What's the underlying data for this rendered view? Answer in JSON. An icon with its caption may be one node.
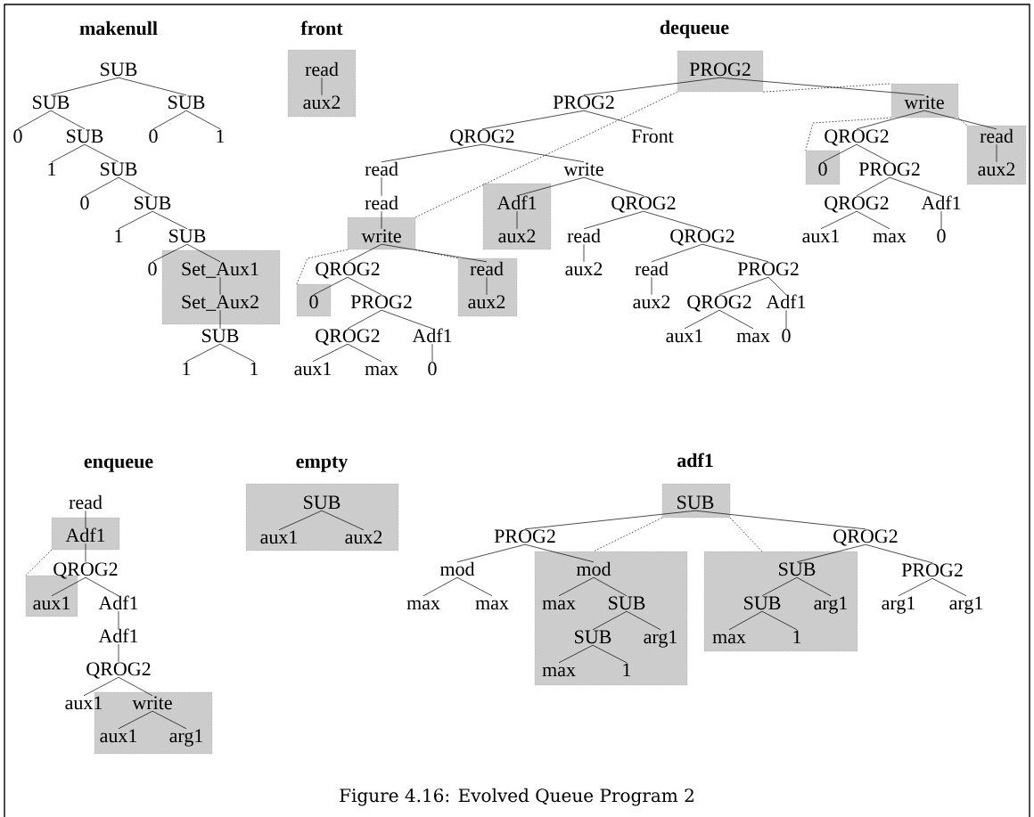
{
  "diagram": {
    "caption": "Figure 4.16: Evolved Queue Program 2",
    "labels": [
      "makenull",
      "front",
      "dequeue",
      "enqueue",
      "empty",
      "adf1"
    ],
    "nodes": [
      {
        "text": [
          "SUB"
        ]
      },
      {
        "text": [
          "SUB"
        ]
      },
      {
        "text": [
          "0"
        ]
      },
      {
        "text": [
          "SUB"
        ]
      },
      {
        "text": [
          "1"
        ]
      },
      {
        "text": [
          "SUB"
        ]
      },
      {
        "text": [
          "0"
        ]
      },
      {
        "text": [
          "SUB"
        ]
      },
      {
        "text": [
          "1"
        ]
      },
      {
        "text": [
          "SUB"
        ]
      },
      {
        "text": [
          "0"
        ]
      },
      {
        "text": [],
        "shape": "box"
      },
      {
        "text": [
          "Set_Aux1"
        ],
        "in": 11
      },
      {
        "text": [
          "Set_Aux2"
        ],
        "in": 11
      },
      {
        "text": [
          "SUB"
        ]
      },
      {
        "text": [
          "1"
        ]
      },
      {
        "text": [
          "1"
        ]
      },
      {
        "text": [
          "SUB"
        ]
      },
      {
        "text": [
          "0"
        ]
      },
      {
        "text": [
          "1"
        ]
      },
      {
        "text": [],
        "shape": "box"
      },
      {
        "text": [
          "read"
        ],
        "in": 20
      },
      {
        "text": [
          "aux2"
        ],
        "in": 20
      },
      {
        "text": [],
        "shape": "box"
      },
      {
        "text": [
          "PROG2"
        ],
        "in": 23
      },
      {
        "text": [
          "PROG2"
        ]
      },
      {
        "text": [
          "QROG2"
        ]
      },
      {
        "text": [
          "read"
        ]
      },
      {
        "text": [
          "read"
        ]
      },
      {
        "text": [],
        "shape": "box"
      },
      {
        "text": [
          "write"
        ],
        "in": 29
      },
      {
        "text": [
          "QROG2"
        ]
      },
      {
        "text": [],
        "shape": "box"
      },
      {
        "text": [
          "0"
        ],
        "in": 32
      },
      {
        "text": [
          "PROG2"
        ]
      },
      {
        "text": [
          "QROG2"
        ]
      },
      {
        "text": [
          "aux1"
        ]
      },
      {
        "text": [
          "max"
        ]
      },
      {
        "text": [
          "Adf1"
        ]
      },
      {
        "text": [
          "0"
        ]
      },
      {
        "text": [],
        "shape": "box"
      },
      {
        "text": [
          "read"
        ],
        "in": 40
      },
      {
        "text": [
          "aux2"
        ],
        "in": 40
      },
      {
        "text": [
          "write"
        ]
      },
      {
        "text": [],
        "shape": "box"
      },
      {
        "text": [
          "Adf1"
        ],
        "in": 44
      },
      {
        "text": [
          "aux2"
        ],
        "in": 44
      },
      {
        "text": [
          "QROG2"
        ]
      },
      {
        "text": [
          "read"
        ]
      },
      {
        "text": [
          "aux2"
        ]
      },
      {
        "text": [
          "QROG2"
        ]
      },
      {
        "text": [
          "read"
        ]
      },
      {
        "text": [
          "aux2"
        ]
      },
      {
        "text": [
          "PROG2"
        ]
      },
      {
        "text": [
          "QROG2"
        ]
      },
      {
        "text": [
          "aux1"
        ]
      },
      {
        "text": [
          "max"
        ]
      },
      {
        "text": [
          "Adf1"
        ]
      },
      {
        "text": [
          "0"
        ]
      },
      {
        "text": [
          "Front"
        ]
      },
      {
        "text": [],
        "shape": "box"
      },
      {
        "text": [
          "write"
        ],
        "in": 60
      },
      {
        "text": [
          "QROG2"
        ]
      },
      {
        "text": [],
        "shape": "box"
      },
      {
        "text": [
          "0"
        ],
        "in": 63
      },
      {
        "text": [
          "PROG2"
        ]
      },
      {
        "text": [
          "QROG2"
        ]
      },
      {
        "text": [
          "aux1"
        ]
      },
      {
        "text": [
          "max"
        ]
      },
      {
        "text": [
          "Adf1"
        ]
      },
      {
        "text": [
          "0"
        ]
      },
      {
        "text": [],
        "shape": "box"
      },
      {
        "text": [
          "read"
        ],
        "in": 71
      },
      {
        "text": [
          "aux2"
        ],
        "in": 71
      },
      {
        "text": [
          "read"
        ]
      },
      {
        "text": [],
        "shape": "box"
      },
      {
        "text": [
          "Adf1"
        ],
        "in": 75
      },
      {
        "text": [
          "QROG2"
        ]
      },
      {
        "text": [],
        "shape": "box"
      },
      {
        "text": [
          "aux1"
        ],
        "in": 78
      },
      {
        "text": [
          "Adf1"
        ]
      },
      {
        "text": [
          "Adf1"
        ]
      },
      {
        "text": [
          "QROG2"
        ]
      },
      {
        "text": [
          "aux1"
        ]
      },
      {
        "text": [],
        "shape": "octagon"
      },
      {
        "text": [
          "write"
        ],
        "in": 84
      },
      {
        "text": [
          "aux1"
        ],
        "in": 84
      },
      {
        "text": [
          "arg1"
        ],
        "in": 84
      },
      {
        "text": [],
        "shape": "box"
      },
      {
        "text": [
          "SUB"
        ],
        "in": 88
      },
      {
        "text": [
          "aux1"
        ],
        "in": 88
      },
      {
        "text": [
          "aux2"
        ],
        "in": 88
      },
      {
        "text": [],
        "shape": "box"
      },
      {
        "text": [
          "SUB"
        ],
        "in": 92
      },
      {
        "text": [
          "PROG2"
        ]
      },
      {
        "text": [
          "mod"
        ]
      },
      {
        "text": [
          "max"
        ]
      },
      {
        "text": [
          "max"
        ]
      },
      {
        "text": [],
        "shape": "box"
      },
      {
        "text": [
          "mod"
        ],
        "in": 98
      },
      {
        "text": [
          "max"
        ],
        "in": 98
      },
      {
        "text": [
          "SUB"
        ],
        "in": 98
      },
      {
        "text": [
          "SUB"
        ],
        "in": 98
      },
      {
        "text": [
          "arg1"
        ],
        "in": 98
      },
      {
        "text": [
          "max"
        ],
        "in": 98
      },
      {
        "text": [
          "1"
        ],
        "in": 98
      },
      {
        "text": [
          "QROG2"
        ]
      },
      {
        "text": [],
        "shape": "box"
      },
      {
        "text": [
          "SUB"
        ],
        "in": 107
      },
      {
        "text": [
          "SUB"
        ],
        "in": 107
      },
      {
        "text": [
          "arg1"
        ],
        "in": 107
      },
      {
        "text": [
          "max"
        ],
        "in": 107
      },
      {
        "text": [
          "1"
        ],
        "in": 107
      },
      {
        "text": [
          "PROG2"
        ]
      },
      {
        "text": [
          "arg1"
        ]
      },
      {
        "text": [
          "arg1"
        ]
      }
    ],
    "edges": [
      {
        "from": 0,
        "to": 1,
        "arrow": "none"
      },
      {
        "from": 1,
        "to": 2,
        "arrow": "none"
      },
      {
        "from": 1,
        "to": 3,
        "arrow": "none"
      },
      {
        "from": 3,
        "to": 4,
        "arrow": "none"
      },
      {
        "from": 3,
        "to": 5,
        "arrow": "none"
      },
      {
        "from": 5,
        "to": 6,
        "arrow": "none"
      },
      {
        "from": 5,
        "to": 7,
        "arrow": "none"
      },
      {
        "from": 7,
        "to": 8,
        "arrow": "none"
      },
      {
        "from": 7,
        "to": 9,
        "arrow": "none"
      },
      {
        "from": 9,
        "to": 10,
        "arrow": "none"
      },
      {
        "from": 9,
        "to": 12,
        "arrow": "none"
      },
      {
        "from": 12,
        "to": 13,
        "arrow": "none"
      },
      {
        "from": 13,
        "to": 14,
        "arrow": "none"
      },
      {
        "from": 14,
        "to": 15,
        "arrow": "none"
      },
      {
        "from": 14,
        "to": 16,
        "arrow": "none"
      },
      {
        "from": 0,
        "to": 17,
        "arrow": "none"
      },
      {
        "from": 17,
        "to": 18,
        "arrow": "none"
      },
      {
        "from": 17,
        "to": 19,
        "arrow": "none"
      },
      {
        "from": 21,
        "to": 22,
        "arrow": "none"
      },
      {
        "from": 24,
        "to": 25,
        "arrow": "none"
      },
      {
        "from": 25,
        "to": 26,
        "arrow": "none"
      },
      {
        "from": 26,
        "to": 27,
        "arrow": "none"
      },
      {
        "from": 27,
        "to": 28,
        "arrow": "none"
      },
      {
        "from": 28,
        "to": 30,
        "arrow": "none"
      },
      {
        "from": 30,
        "to": 31,
        "arrow": "none"
      },
      {
        "from": 31,
        "to": 33,
        "arrow": "none"
      },
      {
        "from": 31,
        "to": 34,
        "arrow": "none"
      },
      {
        "from": 34,
        "to": 35,
        "arrow": "none"
      },
      {
        "from": 35,
        "to": 36,
        "arrow": "none"
      },
      {
        "from": 35,
        "to": 37,
        "arrow": "none"
      },
      {
        "from": 34,
        "to": 38,
        "arrow": "none"
      },
      {
        "from": 38,
        "to": 39,
        "arrow": "none"
      },
      {
        "from": 30,
        "to": 41,
        "arrow": "none"
      },
      {
        "from": 41,
        "to": 42,
        "arrow": "none"
      },
      {
        "from": 26,
        "to": 43,
        "arrow": "none"
      },
      {
        "from": 43,
        "to": 45,
        "arrow": "none"
      },
      {
        "from": 45,
        "to": 46,
        "arrow": "none"
      },
      {
        "from": 43,
        "to": 47,
        "arrow": "none"
      },
      {
        "from": 47,
        "to": 48,
        "arrow": "none"
      },
      {
        "from": 48,
        "to": 49,
        "arrow": "none"
      },
      {
        "from": 47,
        "to": 50,
        "arrow": "none"
      },
      {
        "from": 50,
        "to": 51,
        "arrow": "none"
      },
      {
        "from": 51,
        "to": 52,
        "arrow": "none"
      },
      {
        "from": 50,
        "to": 53,
        "arrow": "none"
      },
      {
        "from": 53,
        "to": 54,
        "arrow": "none"
      },
      {
        "from": 54,
        "to": 55,
        "arrow": "none"
      },
      {
        "from": 54,
        "to": 56,
        "arrow": "none"
      },
      {
        "from": 53,
        "to": 57,
        "arrow": "none"
      },
      {
        "from": 57,
        "to": 58,
        "arrow": "none"
      },
      {
        "from": 25,
        "to": 59,
        "arrow": "none"
      },
      {
        "from": 24,
        "to": 61,
        "arrow": "none"
      },
      {
        "from": 61,
        "to": 62,
        "arrow": "none"
      },
      {
        "from": 62,
        "to": 64,
        "arrow": "none"
      },
      {
        "from": 62,
        "to": 65,
        "arrow": "none"
      },
      {
        "from": 65,
        "to": 66,
        "arrow": "none"
      },
      {
        "from": 66,
        "to": 67,
        "arrow": "none"
      },
      {
        "from": 66,
        "to": 68,
        "arrow": "none"
      },
      {
        "from": 65,
        "to": 69,
        "arrow": "none"
      },
      {
        "from": 69,
        "to": 70,
        "arrow": "none"
      },
      {
        "from": 61,
        "to": 72,
        "arrow": "none"
      },
      {
        "from": 72,
        "to": 73,
        "arrow": "none"
      },
      {
        "from": 23,
        "to": 29,
        "arrow": "none",
        "style": "dashed"
      },
      {
        "from": 23,
        "to": 60,
        "arrow": "none",
        "style": "dashed"
      },
      {
        "from": 29,
        "to": 32,
        "arrow": "none",
        "style": "dashed"
      },
      {
        "from": 29,
        "to": 40,
        "arrow": "none",
        "style": "dashed"
      },
      {
        "from": 60,
        "to": 63,
        "arrow": "none",
        "style": "dashed"
      },
      {
        "from": 60,
        "to": 71,
        "arrow": "none",
        "style": "dashed"
      },
      {
        "from": 74,
        "to": 76,
        "arrow": "none"
      },
      {
        "from": 76,
        "to": 77,
        "arrow": "none"
      },
      {
        "from": 77,
        "to": 79,
        "arrow": "none"
      },
      {
        "from": 77,
        "to": 80,
        "arrow": "none"
      },
      {
        "from": 80,
        "to": 81,
        "arrow": "none"
      },
      {
        "from": 81,
        "to": 82,
        "arrow": "none"
      },
      {
        "from": 82,
        "to": 83,
        "arrow": "none"
      },
      {
        "from": 82,
        "to": 85,
        "arrow": "none"
      },
      {
        "from": 85,
        "to": 86,
        "arrow": "none"
      },
      {
        "from": 85,
        "to": 87,
        "arrow": "none"
      },
      {
        "from": 75,
        "to": 78,
        "arrow": "none",
        "style": "dashed"
      },
      {
        "from": 89,
        "to": 90,
        "arrow": "none"
      },
      {
        "from": 89,
        "to": 91,
        "arrow": "none"
      },
      {
        "from": 93,
        "to": 94,
        "arrow": "none"
      },
      {
        "from": 94,
        "to": 95,
        "arrow": "none"
      },
      {
        "from": 95,
        "to": 96,
        "arrow": "none"
      },
      {
        "from": 95,
        "to": 97,
        "arrow": "none"
      },
      {
        "from": 94,
        "to": 99,
        "arrow": "none"
      },
      {
        "from": 99,
        "to": 100,
        "arrow": "none"
      },
      {
        "from": 99,
        "to": 101,
        "arrow": "none"
      },
      {
        "from": 101,
        "to": 102,
        "arrow": "none"
      },
      {
        "from": 101,
        "to": 103,
        "arrow": "none"
      },
      {
        "from": 102,
        "to": 104,
        "arrow": "none"
      },
      {
        "from": 102,
        "to": 105,
        "arrow": "none"
      },
      {
        "from": 93,
        "to": 106,
        "arrow": "none"
      },
      {
        "from": 106,
        "to": 108,
        "arrow": "none"
      },
      {
        "from": 108,
        "to": 109,
        "arrow": "none"
      },
      {
        "from": 108,
        "to": 110,
        "arrow": "none"
      },
      {
        "from": 109,
        "to": 111,
        "arrow": "none"
      },
      {
        "from": 109,
        "to": 112,
        "arrow": "none"
      },
      {
        "from": 106,
        "to": 113,
        "arrow": "none"
      },
      {
        "from": 113,
        "to": 114,
        "arrow": "none"
      },
      {
        "from": 113,
        "to": 115,
        "arrow": "none"
      },
      {
        "from": 92,
        "to": 98,
        "arrow": "none",
        "style": "dashed"
      },
      {
        "from": 92,
        "to": 107,
        "arrow": "none",
        "style": "dashed"
      }
    ]
  }
}
